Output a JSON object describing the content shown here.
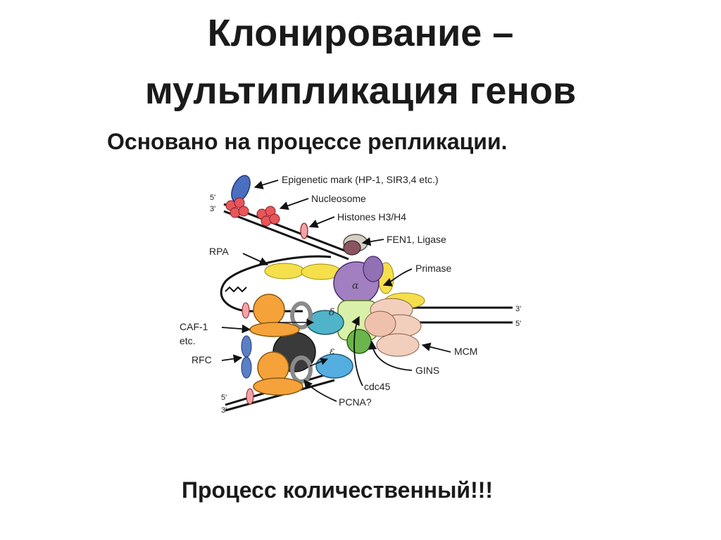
{
  "slide": {
    "title_line1": "Клонирование –",
    "title_line2": "мультипликация генов",
    "subtitle": "Основано на процессе репликации.",
    "footer": "Процесс количественный!!!"
  },
  "diagram": {
    "labels": {
      "epigenetic": "Epigenetic mark (HP-1, SIR3,4 etc.)",
      "nucleosome": "Nucleosome",
      "histones": "Histones H3/H4",
      "fen1": "FEN1, Ligase",
      "primase": "Primase",
      "rpa": "RPA",
      "caf1_line1": "CAF-1",
      "caf1_line2": "etc.",
      "rfc": "RFC",
      "mcm": "MCM",
      "gins": "GINS",
      "cdc45": "cdc45",
      "pcna": "PCNA?"
    },
    "ends": {
      "top_left_5": "5'",
      "top_left_3": "3'",
      "right_3": "3'",
      "right_5": "5'",
      "bottom_left_5": "5'",
      "bottom_left_3": "3'"
    },
    "greek": {
      "alpha": "α",
      "delta": "δ",
      "epsilon": "ε"
    },
    "colors": {
      "rpa": "#f5df4a",
      "alpha": "#a27fc0",
      "delta": "#4fb3c9",
      "epsilon": "#55aee0",
      "mcm": "#f2cfbd",
      "gins": "#bfe69a",
      "cdc45": "#6ab64a",
      "rfc": "#f5a23a",
      "rfc_small": "#5a7fc2",
      "clamp": "#3a3a3a",
      "histone": "#e8565a",
      "epigenetic": "#4a6fbf"
    }
  }
}
